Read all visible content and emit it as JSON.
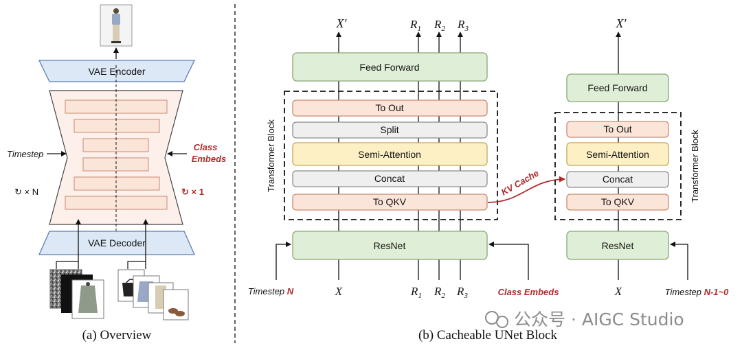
{
  "overview": {
    "vae_encoder": "VAE Encoder",
    "vae_decoder": "VAE Decoder",
    "timestep": "Timestep",
    "class_embeds_line1": "Class",
    "class_embeds_line2": "Embeds",
    "loop_n": "↻ × N",
    "loop_1": "↻ × 1",
    "caption": "(a) Overview"
  },
  "unet": {
    "feed_forward": "Feed Forward",
    "to_out": "To Out",
    "split": "Split",
    "semi_attention": "Semi-Attention",
    "concat": "Concat",
    "to_qkv": "To QKV",
    "resnet": "ResNet",
    "transformer_block": "Transformer Block",
    "kv_cache": "KV Cache",
    "x_prime": "X′",
    "x": "X",
    "r": "R",
    "r_subs": [
      "1",
      "2",
      "3"
    ],
    "timestep_prefix": "Timestep",
    "timestep_n": "N",
    "timestep_range": "N-1~0",
    "class_embeds": "Class Embeds",
    "caption": "(b) Cacheable UNet Block"
  },
  "watermark": "公众号 · AIGC Studio",
  "colors": {
    "blue_fill": "#dce8f6",
    "blue_stroke": "#5a7fb0",
    "pink_fill": "#fbe4d8",
    "pink_stroke": "#c88a72",
    "green_fill": "#dfeed6",
    "green_stroke": "#86a874",
    "yellow_fill": "#fdf0c4",
    "yellow_stroke": "#c4a55a",
    "gray_fill": "#efefef",
    "gray_stroke": "#8c8c8c",
    "accent_red": "#b02a2a"
  }
}
